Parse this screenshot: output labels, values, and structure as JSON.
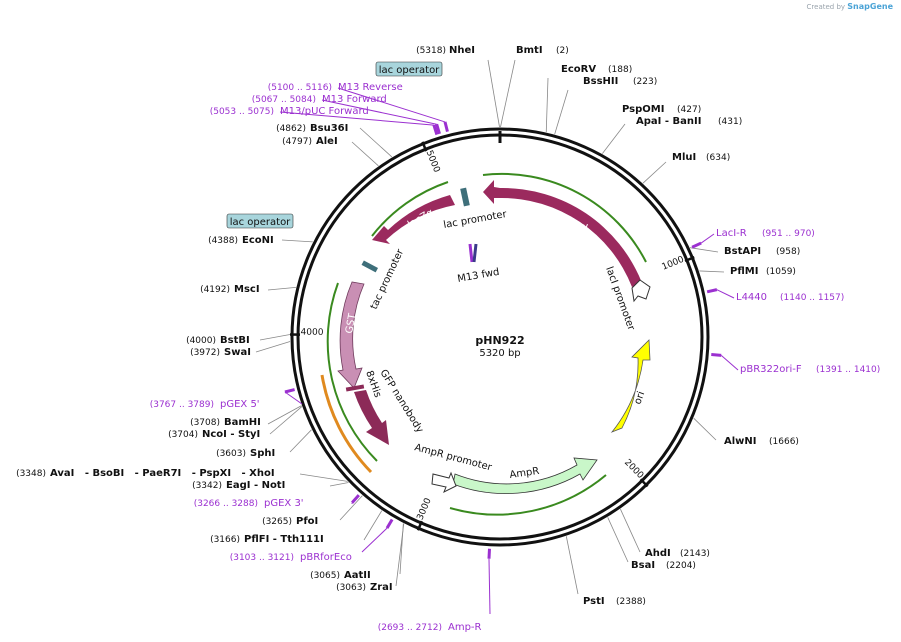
{
  "credit": {
    "prefix": "Created by",
    "brand": "SnapGene"
  },
  "plasmid": {
    "name": "pHN922",
    "length_label": "5320 bp",
    "length": 5320
  },
  "ticks": [
    {
      "pos": 1000,
      "label": "1000"
    },
    {
      "pos": 2000,
      "label": "2000"
    },
    {
      "pos": 3000,
      "label": "3000"
    },
    {
      "pos": 4000,
      "label": "4000"
    },
    {
      "pos": 5000,
      "label": "5000"
    }
  ],
  "enzymes": [
    {
      "name": "NheI",
      "pos": "(5318)"
    },
    {
      "name": "BmtI",
      "pos": "(2)"
    },
    {
      "name": "EcoRV",
      "pos": "(188)"
    },
    {
      "name": "BssHII",
      "pos": "(223)"
    },
    {
      "name": "PspOMI",
      "pos": "(427)"
    },
    {
      "name": "ApaI  -  BanII",
      "pos": "(431)"
    },
    {
      "name": "MluI",
      "pos": "(634)"
    },
    {
      "name": "BstAPI",
      "pos": "(958)"
    },
    {
      "name": "PflMI",
      "pos": "(1059)"
    },
    {
      "name": "AlwNI",
      "pos": "(1666)"
    },
    {
      "name": "AhdI",
      "pos": "(2143)"
    },
    {
      "name": "BsaI",
      "pos": "(2204)"
    },
    {
      "name": "PstI",
      "pos": "(2388)"
    },
    {
      "name": "AatII",
      "pos": "(3065)"
    },
    {
      "name": "ZraI",
      "pos": "(3063)"
    },
    {
      "name": "PflFI  - Tth111I",
      "pos": "(3166)"
    },
    {
      "name": "PfoI",
      "pos": "(3265)"
    },
    {
      "name": "EagI  -  NotI",
      "pos": "(3342)"
    },
    {
      "name": "AvaI   - BsoBI   - PaeR7I   - PspXI   - XhoI",
      "pos": "(3348)"
    },
    {
      "name": "SphI",
      "pos": "(3603)"
    },
    {
      "name": "NcoI  - StyI",
      "pos": "(3704)"
    },
    {
      "name": "BamHI",
      "pos": "(3708)"
    },
    {
      "name": "SwaI",
      "pos": "(3972)"
    },
    {
      "name": "BstBI",
      "pos": "(4000)"
    },
    {
      "name": "MscI",
      "pos": "(4192)"
    },
    {
      "name": "EcoNI",
      "pos": "(4388)"
    },
    {
      "name": "AleI",
      "pos": "(4797)"
    },
    {
      "name": "Bsu36I",
      "pos": "(4862)"
    }
  ],
  "primers": [
    {
      "name": "M13 Reverse",
      "range": "(5100 .. 5116)"
    },
    {
      "name": "M13 Forward",
      "range": "(5067 .. 5084)"
    },
    {
      "name": "M13/pUC Forward",
      "range": "(5053 .. 5075)"
    },
    {
      "name": "LacI-R",
      "range": "(951 .. 970)"
    },
    {
      "name": "L4440",
      "range": "(1140 .. 1157)"
    },
    {
      "name": "pBR322ori-F",
      "range": "(1391 .. 1410)"
    },
    {
      "name": "Amp-R",
      "range": "(2693 .. 2712)"
    },
    {
      "name": "pBRforEco",
      "range": "(3103 .. 3121)"
    },
    {
      "name": "pGEX 3'",
      "range": "(3266 .. 3288)"
    },
    {
      "name": "pGEX 5'",
      "range": "(3767 .. 3789)"
    },
    {
      "name": "M13 fwd",
      "range": ""
    }
  ],
  "features": {
    "lacI": "lacI",
    "lacI_promoter": "lacI promoter",
    "lac_promoter": "lac promoter",
    "lacZa": "lacZα",
    "tac_promoter": "tac promoter",
    "GST": "GST",
    "his": "8xHis",
    "gfp": "GFP nanobody",
    "ampR_promoter": "AmpR promoter",
    "ampR": "AmpR",
    "ori": "ori"
  },
  "operators": [
    "lac operator",
    "lac operator"
  ],
  "colors": {
    "lacI": "#9b2a5e",
    "lacZa": "#9b2a5e",
    "gst": "#c98fb4",
    "gfp": "#8c2a58",
    "ampR": "#c9f7c9",
    "ori": "#ffff00",
    "primer": "#9b30d0",
    "arc_green": "#3a8a1f",
    "arc_orange": "#e08a1f",
    "operator_box": "#a8d5dc"
  }
}
